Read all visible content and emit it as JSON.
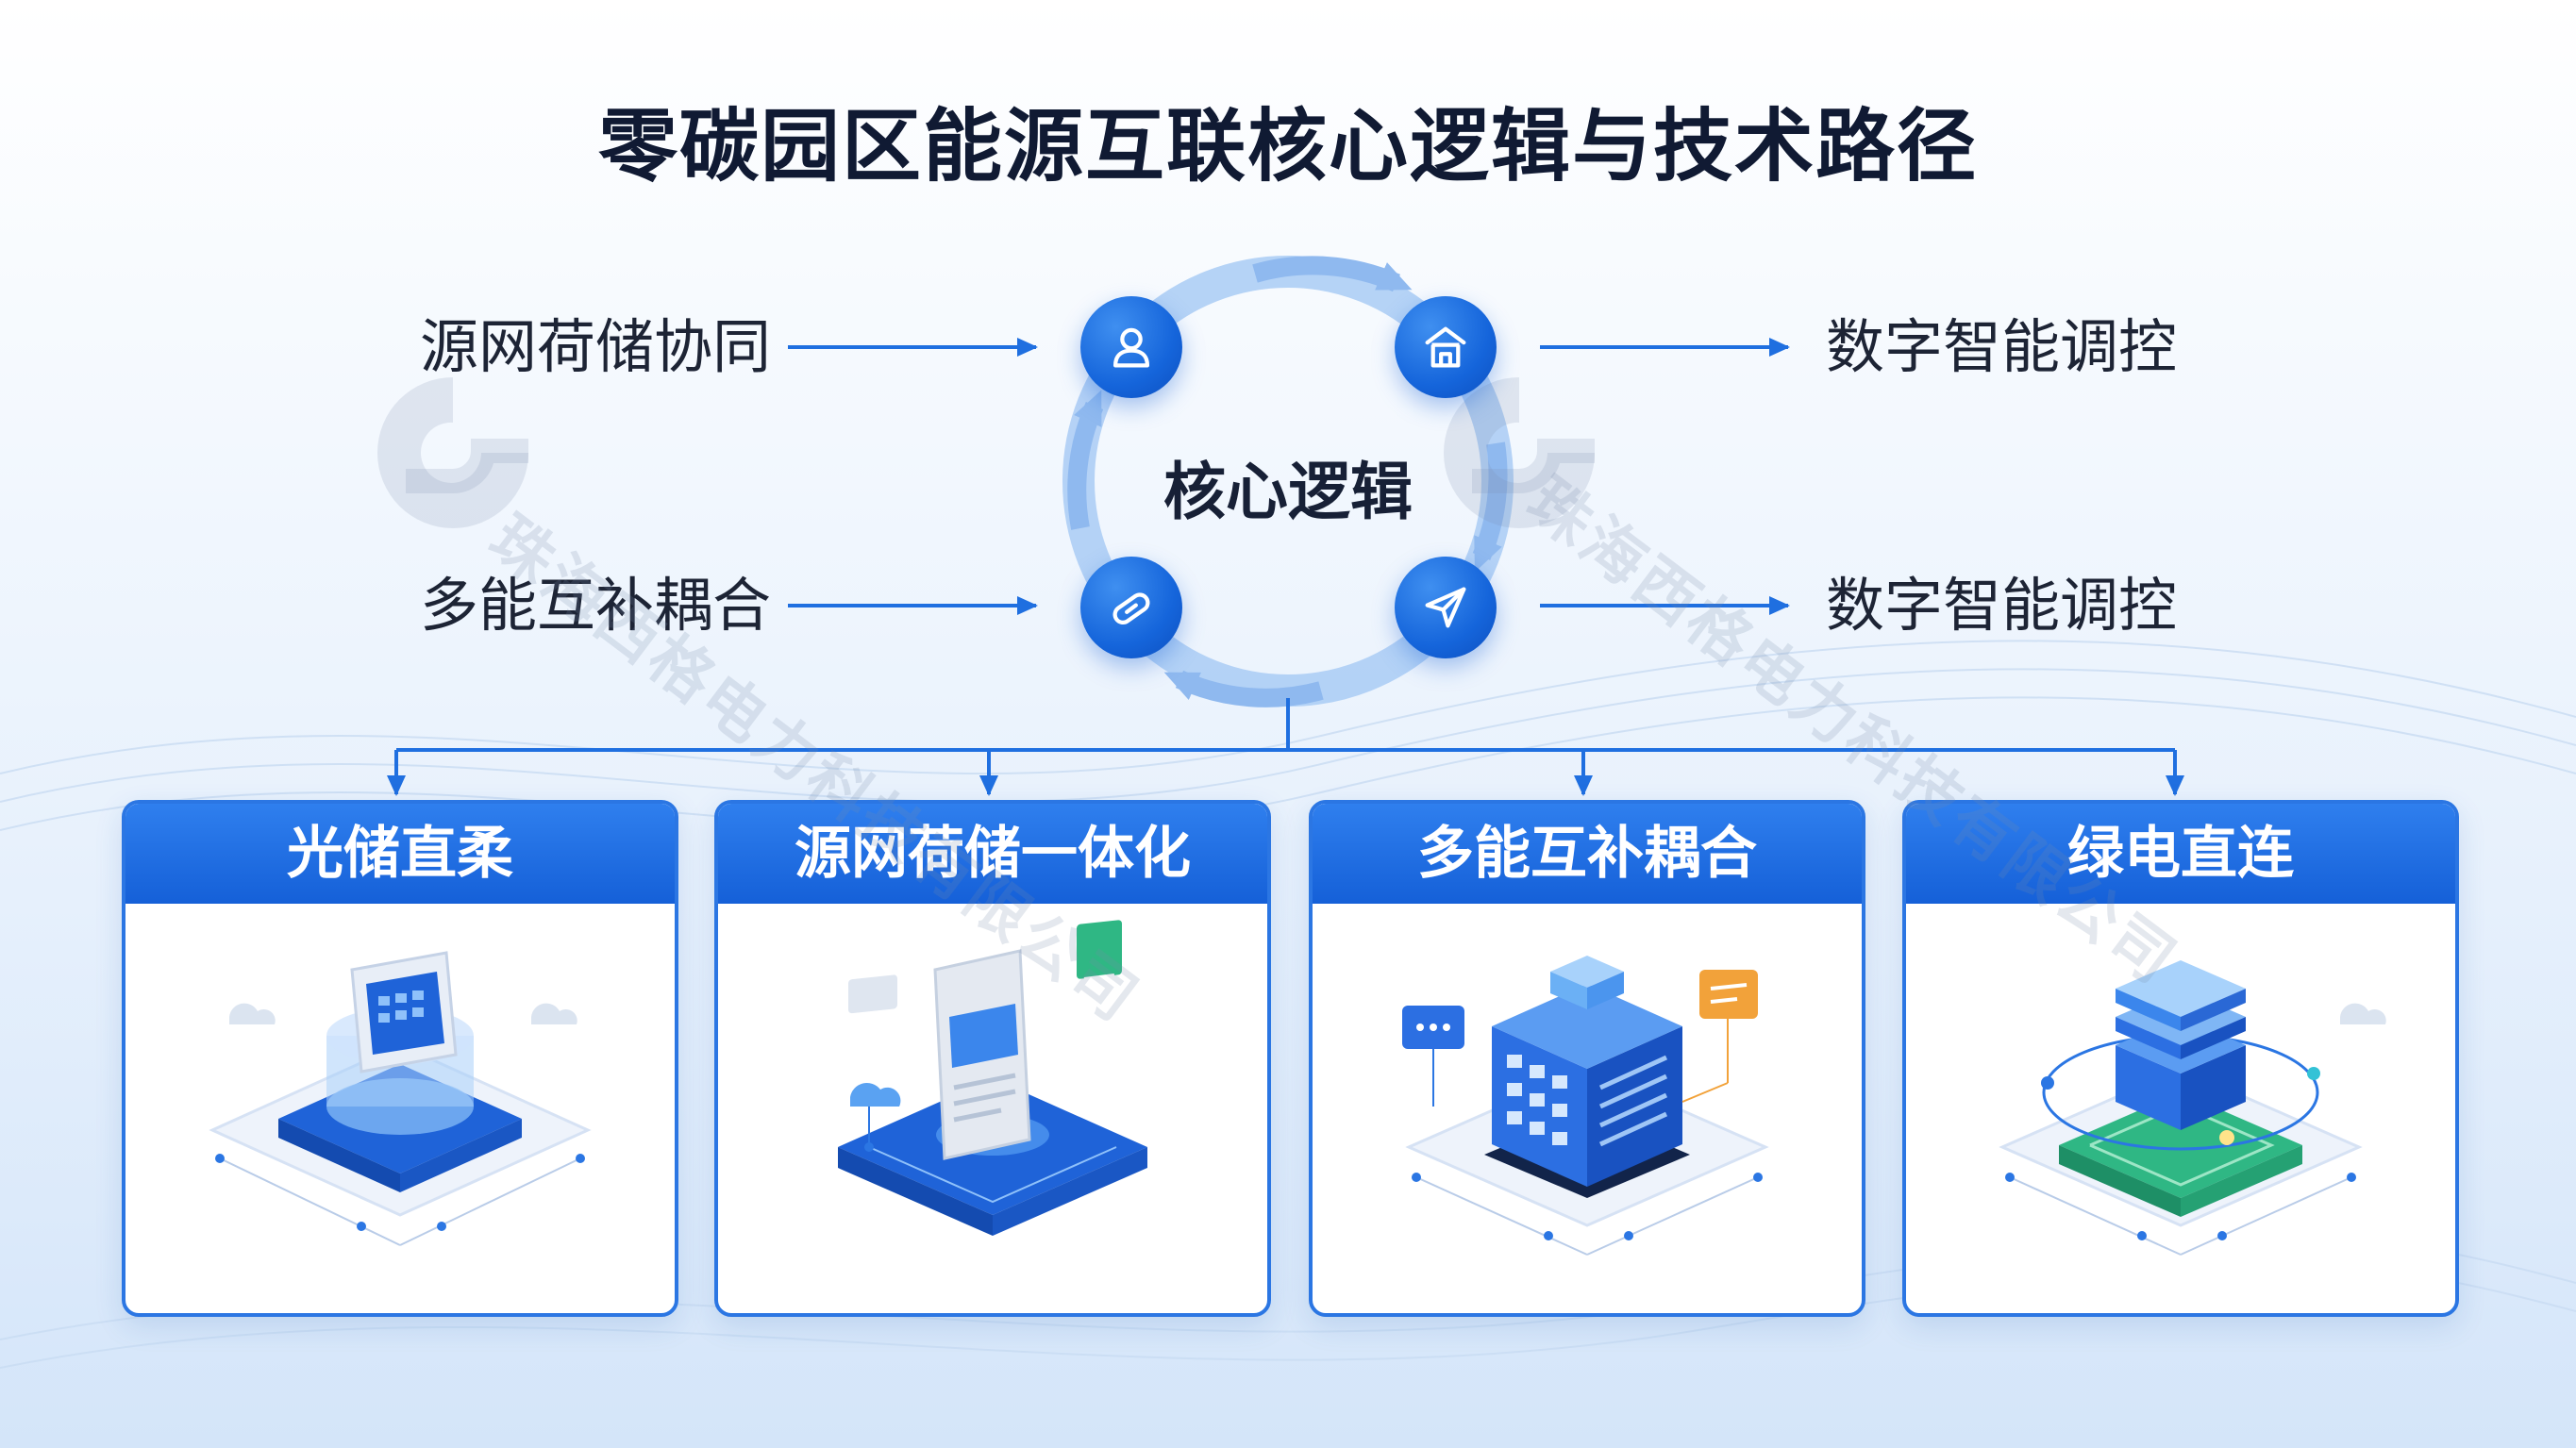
{
  "title": "零碳园区能源互联核心逻辑与技术路径",
  "core": {
    "label": "核心逻辑",
    "nodes": [
      {
        "name": "user",
        "icon": "user-icon"
      },
      {
        "name": "home",
        "icon": "home-icon"
      },
      {
        "name": "link",
        "icon": "link-icon"
      },
      {
        "name": "send",
        "icon": "send-icon"
      }
    ]
  },
  "inputs": [
    "源网荷储协同",
    "多能互补耦合"
  ],
  "outputs": [
    "数字智能调控",
    "数字智能调控"
  ],
  "cards": [
    {
      "title": "光储直柔",
      "illustration": "energy-storage-illustration"
    },
    {
      "title": "源网荷储一体化",
      "illustration": "grid-load-storage-illustration"
    },
    {
      "title": "多能互补耦合",
      "illustration": "smart-building-illustration"
    },
    {
      "title": "绿电直连",
      "illustration": "green-power-illustration"
    }
  ],
  "watermark": {
    "text": "珠海西格电力科技有限公司"
  },
  "colors": {
    "primary": "#1565db",
    "header": "#2f7fee",
    "ring": "#9cc3f3",
    "green": "#2fb784"
  }
}
